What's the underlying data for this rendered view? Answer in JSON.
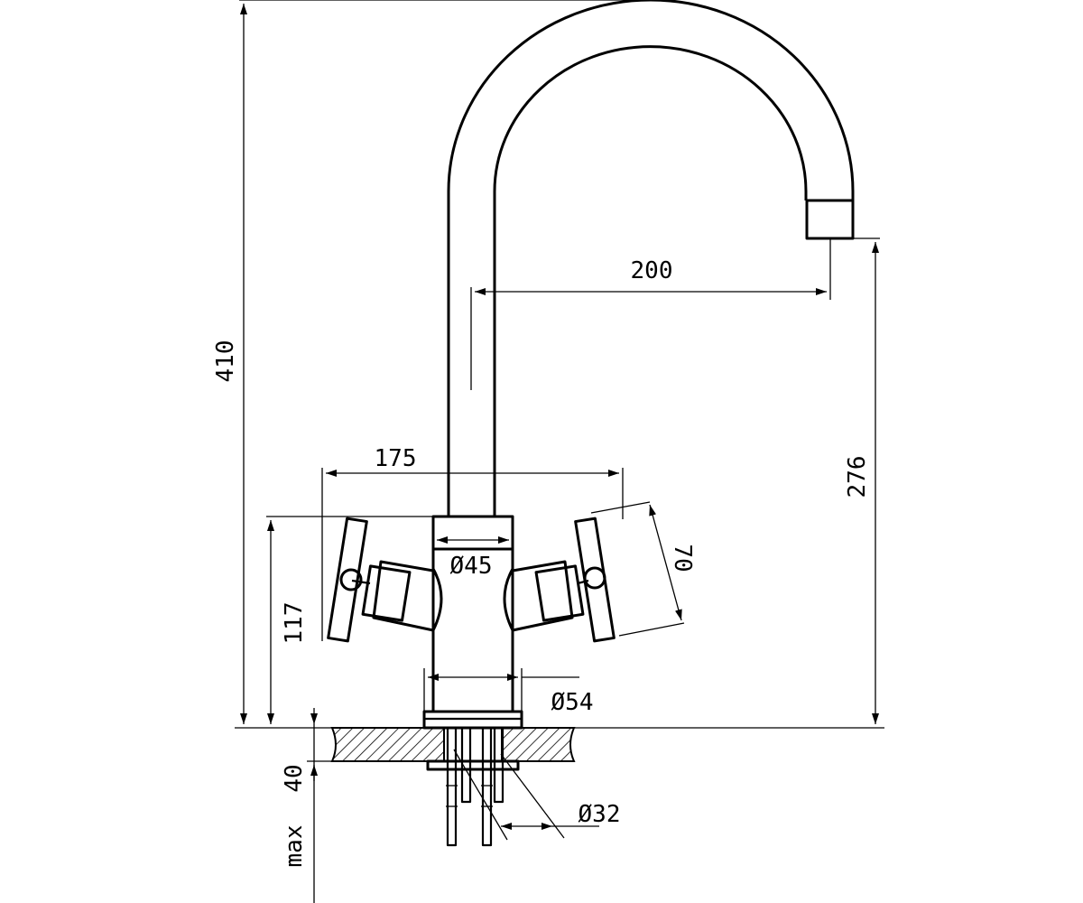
{
  "dimensions": {
    "overall_height": "410",
    "spout_reach": "200",
    "spout_height": "276",
    "handle_span": "175",
    "body_diameter_top": "Ø45",
    "handle_height": "70",
    "handle_level": "117",
    "base_diameter": "Ø54",
    "counter_max_thickness": "40",
    "counter_max_label": "max",
    "hole_diameter": "Ø32"
  },
  "colors": {
    "line": "#000000",
    "background": "#ffffff"
  }
}
